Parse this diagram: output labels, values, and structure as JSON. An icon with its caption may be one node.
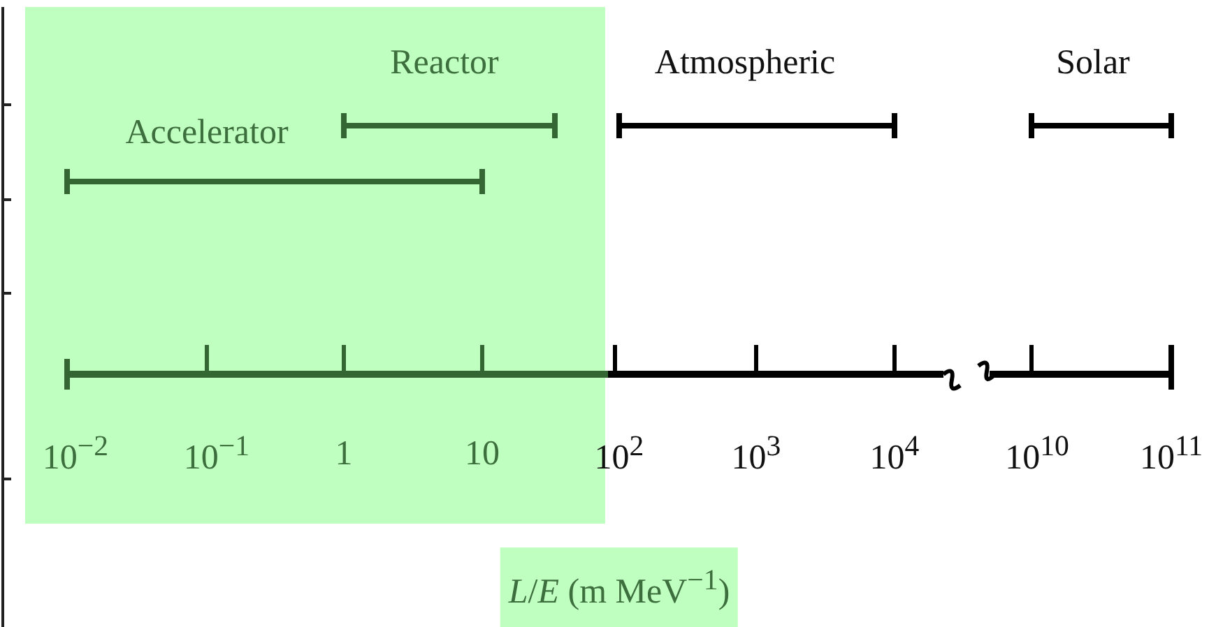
{
  "diagram": {
    "labels": [
      "Reactor",
      "Atmospheric",
      "Solar",
      "Accelerator",
      "10$^{−2}$",
      "10$^{−1}$",
      "1",
      "10",
      "10$^{2}$",
      "10$^{3}$",
      "10$^{4}$",
      "10$^{10}$",
      "10$^{11}$",
      "*L*/*E* (m MeV$^{−1}$)"
    ]
  }
}
